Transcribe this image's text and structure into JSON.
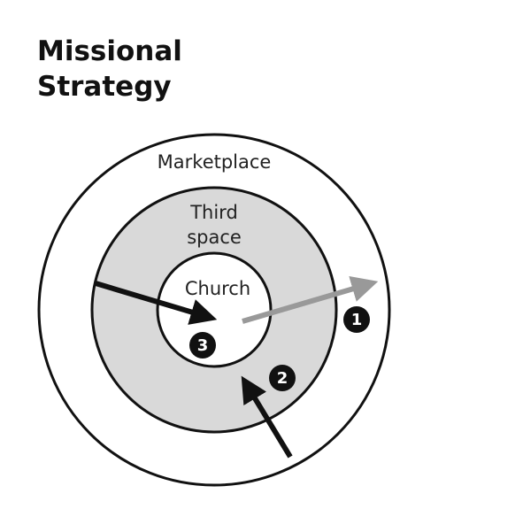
{
  "title": {
    "line1": "Missional",
    "line2": "Strategy"
  },
  "rings": {
    "outer_label": "Marketplace",
    "middle_label_line1": "Third",
    "middle_label_line2": "space",
    "inner_label": "Church"
  },
  "markers": [
    "1",
    "2",
    "3"
  ],
  "colors": {
    "outline": "#111111",
    "middle_fill": "#d9d9d9",
    "outward_arrow": "#999999",
    "inward_arrow": "#111111",
    "marker_fill": "#111111"
  }
}
